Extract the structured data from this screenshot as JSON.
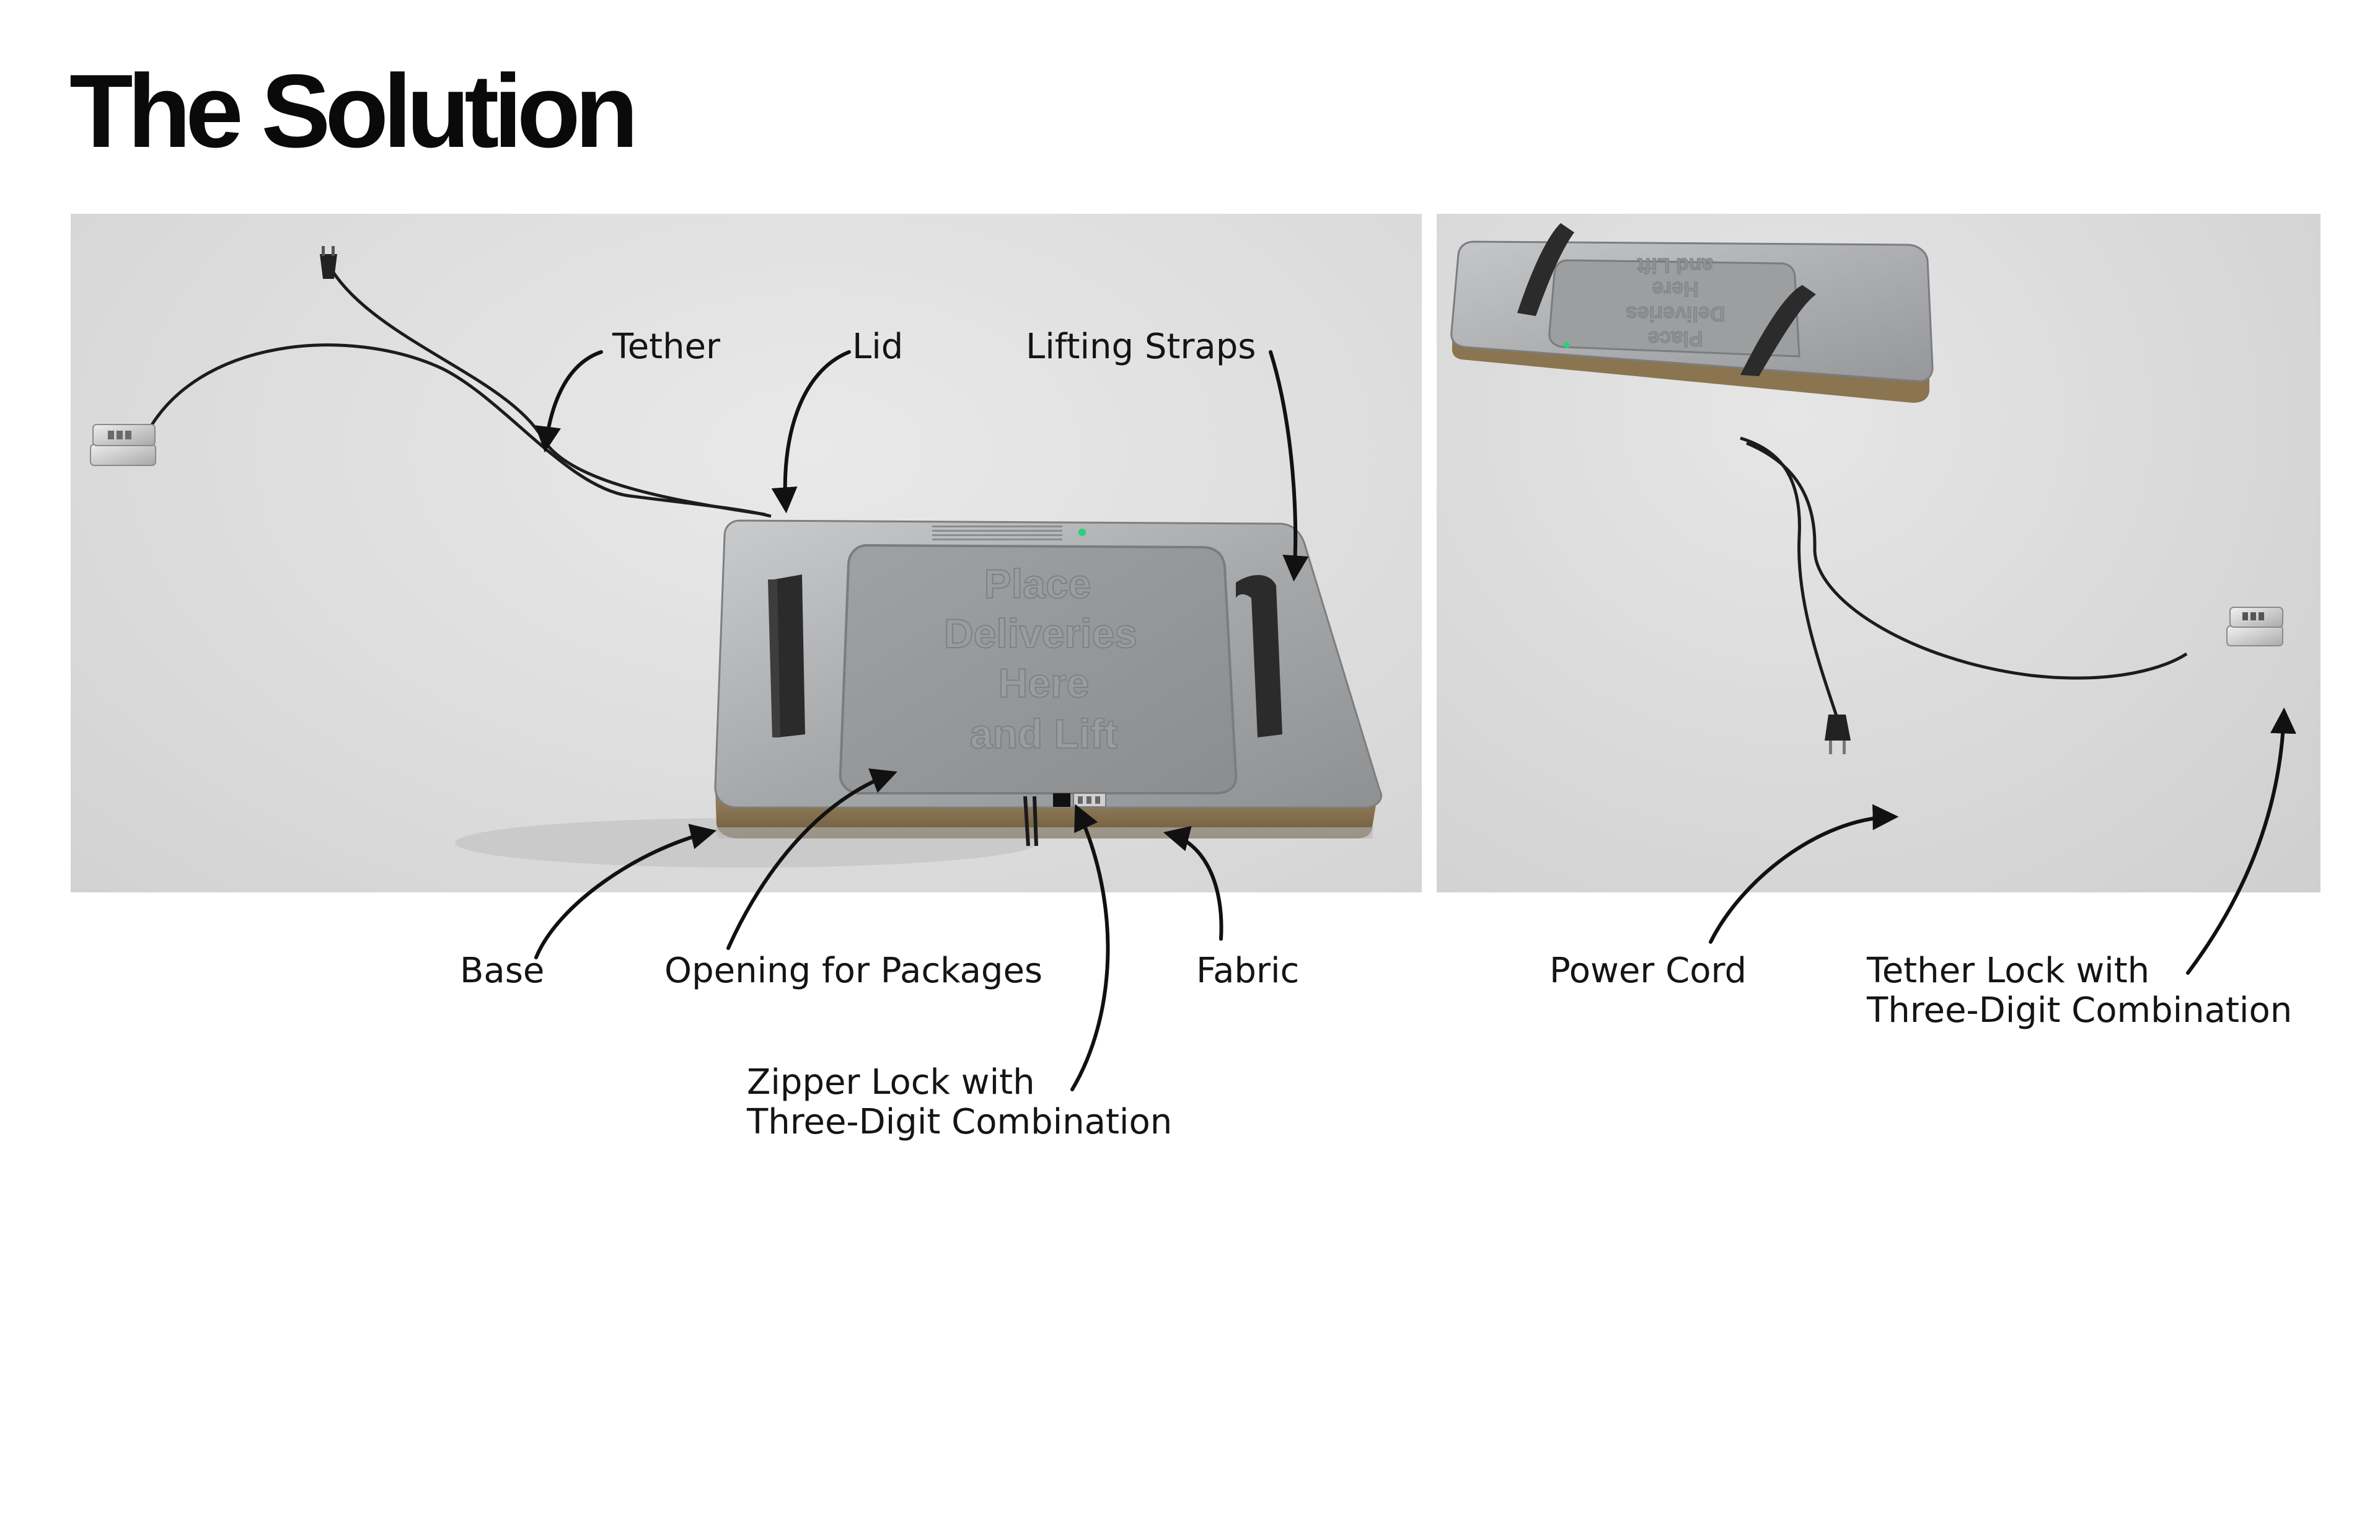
{
  "title": "The Solution",
  "product": {
    "lid_text": [
      "Place",
      "Deliveries",
      "Here",
      "and Lift"
    ]
  },
  "labels": {
    "tether": "Tether",
    "lid": "Lid",
    "lifting_straps": "Lifting Straps",
    "base": "Base",
    "opening": "Opening for Packages",
    "fabric": "Fabric",
    "zipper_lock": [
      "Zipper Lock with",
      "Three-Digit Combination"
    ],
    "power_cord": "Power Cord",
    "tether_lock": [
      "Tether Lock with",
      "Three-Digit Combination"
    ]
  },
  "colors": {
    "panel_bg": "#dcdcdc",
    "metal": "#a9abad",
    "fabric": "#8a7550",
    "strap": "#2b2b2b",
    "led": "#29d17a"
  }
}
